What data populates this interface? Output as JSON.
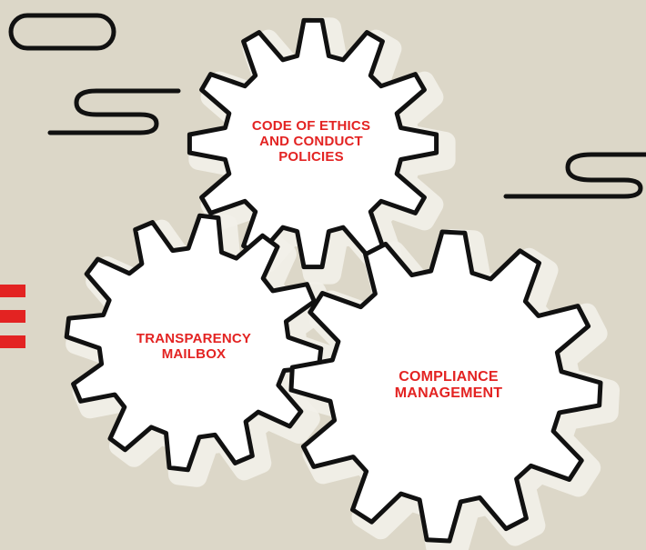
{
  "colors": {
    "background": "#dcd7c8",
    "gear_fill": "#ffffff",
    "gear_stroke": "#111111",
    "gear_halo": "#f3f1ea",
    "label": "#e32322",
    "accent_bars": "#e32322",
    "doodle_stroke": "#111111"
  },
  "gears": [
    {
      "id": "ethics",
      "lines": [
        "CODE OF ETHICS",
        "AND CONDUCT",
        "POLICIES"
      ]
    },
    {
      "id": "transparency",
      "lines": [
        "TRANSPARENCY",
        "MAILBOX"
      ]
    },
    {
      "id": "compliance",
      "lines": [
        "COMPLIANCE",
        "MANAGEMENT"
      ]
    }
  ]
}
